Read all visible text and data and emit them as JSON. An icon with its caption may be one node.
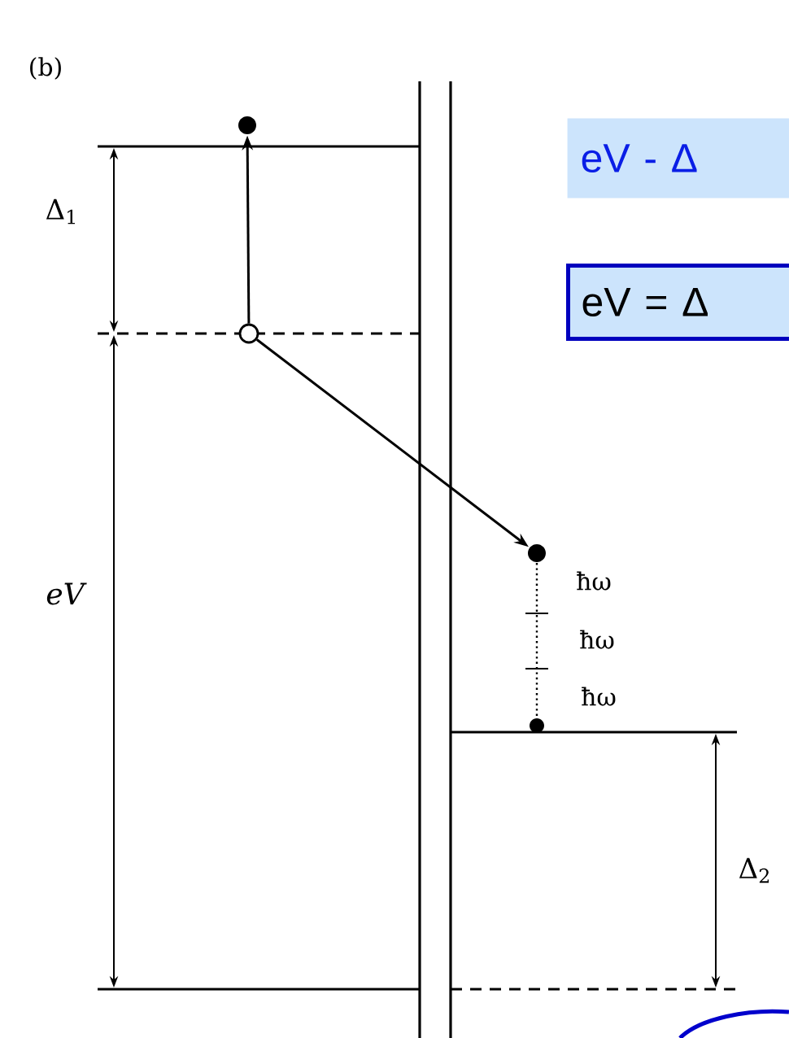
{
  "diagram": {
    "nodes": [
      {
        "text": [],
        "shape": "circle"
      },
      {
        "text": [],
        "shape": "circle"
      },
      {
        "text": [],
        "shape": "circle"
      },
      {
        "text": [
          "eV - Δ"
        ]
      },
      {
        "text": [
          "eV = Δ"
        ]
      }
    ],
    "edges": [
      {
        "from": 1,
        "to": 0,
        "arrow": "to"
      },
      {
        "from": 1,
        "to": 2,
        "arrow": "to"
      }
    ],
    "labels": [
      "(b)",
      "Δ$_{1}$",
      "eV",
      "ħω",
      "ħω",
      "ħω",
      "Δ$_{2}$"
    ]
  }
}
